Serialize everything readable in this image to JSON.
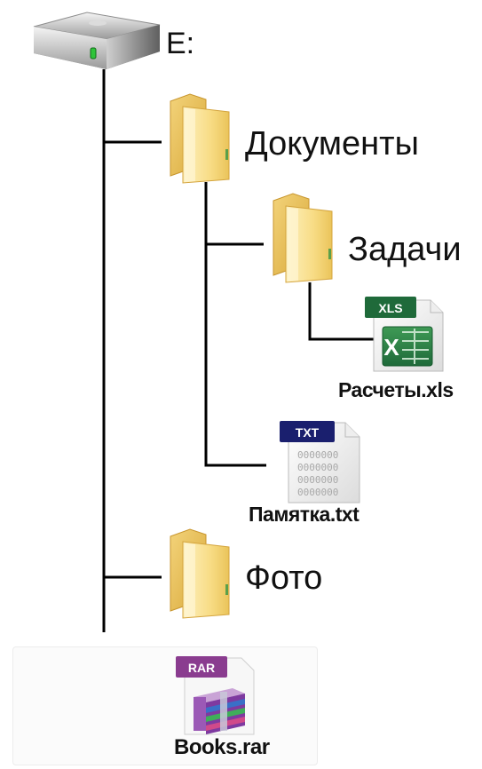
{
  "drive": {
    "label": "E:",
    "icon": "hard-drive-icon"
  },
  "items": [
    {
      "key": "docs",
      "label": "Документы",
      "type": "folder",
      "icon": "folder-icon"
    },
    {
      "key": "tasks",
      "label": "Задачи",
      "type": "folder",
      "icon": "folder-icon"
    },
    {
      "key": "calc",
      "label": "Расчеты.xls",
      "type": "file",
      "icon": "xls-file-icon",
      "badge": "XLS"
    },
    {
      "key": "memo",
      "label": "Памятка.txt",
      "type": "file",
      "icon": "txt-file-icon",
      "badge": "TXT"
    },
    {
      "key": "photo",
      "label": "Фото",
      "type": "folder",
      "icon": "folder-icon"
    },
    {
      "key": "books",
      "label": "Books.rar",
      "type": "file",
      "icon": "rar-file-icon",
      "badge": "RAR"
    }
  ],
  "colors": {
    "line": "#000000",
    "folder_light": "#fbe6a2",
    "folder_dark": "#e8b94a",
    "xls_badge": "#1f6a3a",
    "txt_badge": "#1a1f6e",
    "rar_badge": "#8a3c8f"
  }
}
